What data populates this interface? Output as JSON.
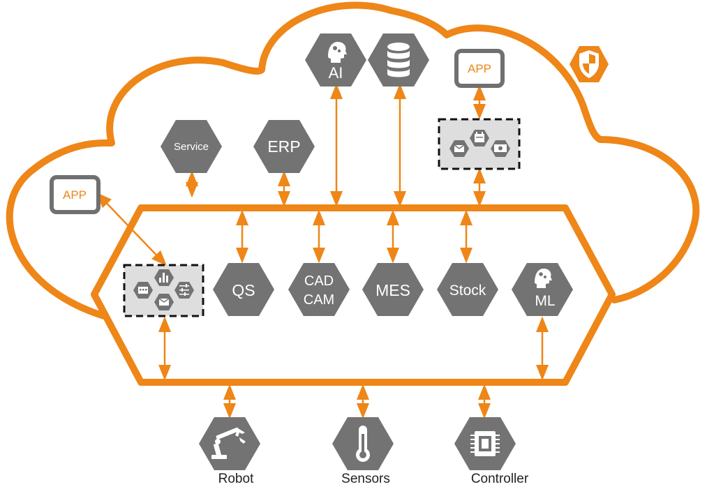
{
  "colors": {
    "accent": "#EE8618",
    "hex": "#737373",
    "panel": "#DEDEDE",
    "frame": "#707070"
  },
  "cloud_nodes": {
    "ai": "AI",
    "service": "Service",
    "erp": "ERP",
    "app_top": "APP",
    "app_left": "APP"
  },
  "platform_nodes": {
    "qs": "QS",
    "cad": "CAD",
    "cam": "CAM",
    "mes": "MES",
    "stock": "Stock",
    "ml": "ML"
  },
  "devices": {
    "robot": "Robot",
    "sensors": "Sensors",
    "controller": "Controller"
  },
  "icons": [
    "brain-icon",
    "database-icon",
    "shield-icon",
    "robot-arm-icon",
    "thermometer-icon",
    "chip-icon",
    "mail-icon",
    "calendar-icon",
    "money-icon",
    "window-icon",
    "bar-chart-icon",
    "sliders-icon"
  ]
}
